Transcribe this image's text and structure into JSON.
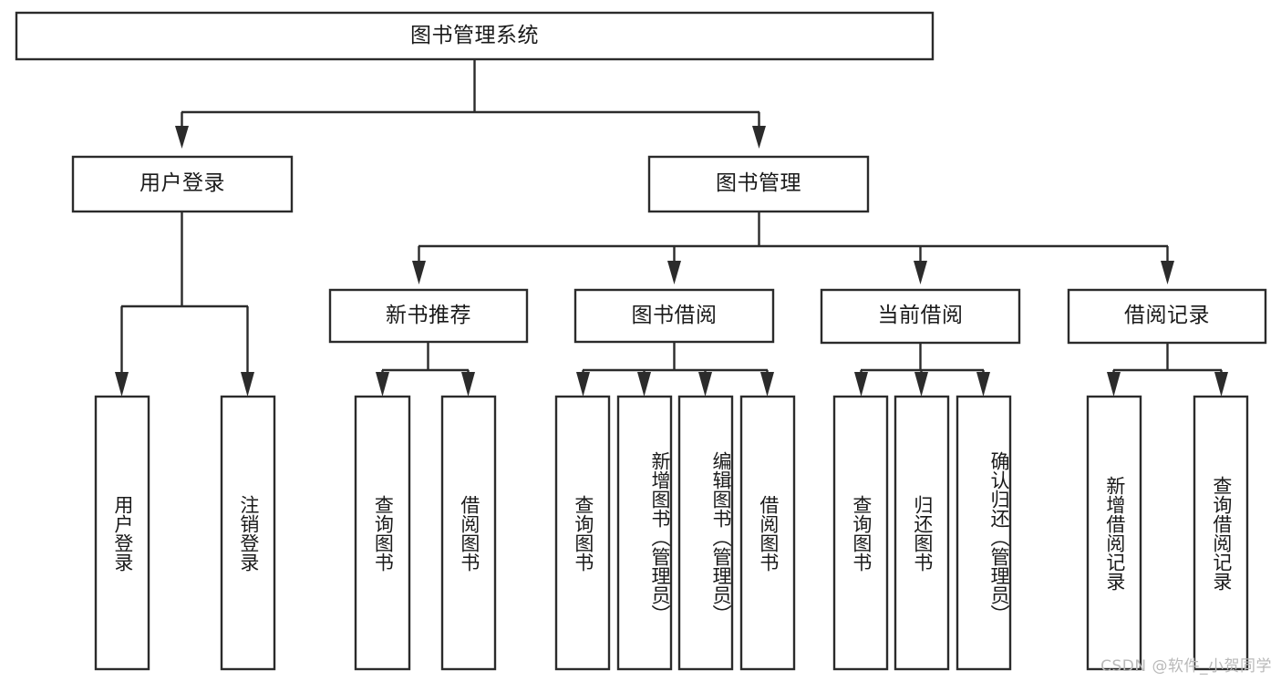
{
  "diagram": {
    "type": "tree-hierarchy",
    "title": "图书管理系统",
    "watermark": "CSDN @软件_小贺同学",
    "colors": {
      "stroke": "#2b2b2b",
      "fill": "#ffffff",
      "text": "#1a1a1a",
      "watermark": "#b9b9b9",
      "background": "#ffffff"
    },
    "levels": {
      "root": "图书管理系统",
      "level2": [
        "用户登录",
        "图书管理"
      ],
      "level3": [
        "新书推荐",
        "图书借阅",
        "当前借阅",
        "借阅记录"
      ]
    },
    "nodes": {
      "root": {
        "label": "图书管理系统",
        "orientation": "horizontal"
      },
      "user_login": {
        "label": "用户登录",
        "orientation": "horizontal"
      },
      "book_manage": {
        "label": "图书管理",
        "orientation": "horizontal"
      },
      "new_book_rec": {
        "label": "新书推荐",
        "orientation": "horizontal"
      },
      "book_borrow": {
        "label": "图书借阅",
        "orientation": "horizontal"
      },
      "current_borrow": {
        "label": "当前借阅",
        "orientation": "horizontal"
      },
      "borrow_record": {
        "label": "借阅记录",
        "orientation": "horizontal"
      },
      "leaf_1": {
        "label": "用户登录",
        "orientation": "vertical",
        "parent": "用户登录"
      },
      "leaf_2": {
        "label": "注销登录",
        "orientation": "vertical",
        "parent": "用户登录"
      },
      "leaf_3": {
        "label": "查询图书",
        "orientation": "vertical",
        "parent": "新书推荐"
      },
      "leaf_4": {
        "label": "借阅图书",
        "orientation": "vertical",
        "parent": "新书推荐"
      },
      "leaf_5": {
        "label": "查询图书",
        "orientation": "vertical",
        "parent": "图书借阅"
      },
      "leaf_6": {
        "label": "新增图书（管理员）",
        "orientation": "vertical",
        "parent": "图书借阅"
      },
      "leaf_7": {
        "label": "编辑图书（管理员）",
        "orientation": "vertical",
        "parent": "图书借阅"
      },
      "leaf_8": {
        "label": "借阅图书",
        "orientation": "vertical",
        "parent": "图书借阅"
      },
      "leaf_9": {
        "label": "查询图书",
        "orientation": "vertical",
        "parent": "当前借阅"
      },
      "leaf_10": {
        "label": "归还图书",
        "orientation": "vertical",
        "parent": "当前借阅"
      },
      "leaf_11": {
        "label": "确认归还（管理员）",
        "orientation": "vertical",
        "parent": "当前借阅"
      },
      "leaf_12": {
        "label": "新增借阅记录",
        "orientation": "vertical",
        "parent": "借阅记录"
      },
      "leaf_13": {
        "label": "查询借阅记录",
        "orientation": "vertical",
        "parent": "借阅记录"
      }
    }
  }
}
